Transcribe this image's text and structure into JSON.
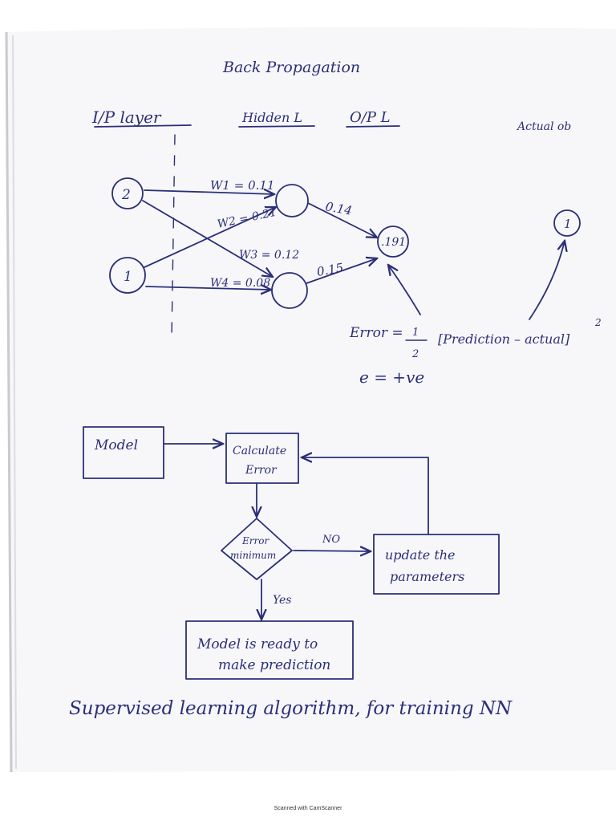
{
  "title": "Back Propagation",
  "layers": {
    "input": "I/P layer",
    "hidden": "Hidden L",
    "output": "O/P L",
    "actual": "Actual ob"
  },
  "nodes": {
    "input_top": "2",
    "input_bottom": "1",
    "output": ".191",
    "actual": "1"
  },
  "weights": {
    "w1": "W1 = 0.11",
    "w2": "W2 = 0.21",
    "w3": "W3 = 0.12",
    "w4": "W4 = 0.08",
    "h1_out": "0.14",
    "h2_out": "0.15"
  },
  "formula": {
    "lhs": "Error =",
    "num": "1",
    "den": "2",
    "body": "[Prediction – actual]",
    "exp": "2",
    "e_line": "e = +ve"
  },
  "flow": {
    "model": "Model",
    "calc_1": "Calculate",
    "calc_2": "Error",
    "dec_1": "Error",
    "dec_2": "minimum",
    "no": "NO",
    "yes": "Yes",
    "update_1": "update the",
    "update_2": "parameters",
    "ready_1": "Model is ready to",
    "ready_2": "make prediction"
  },
  "caption": "Supervised learning algorithm, for training NN",
  "footer": "Scanned with CamScanner",
  "colors": {
    "ink": "#2b2f78",
    "paper": "#f7f7f9"
  }
}
